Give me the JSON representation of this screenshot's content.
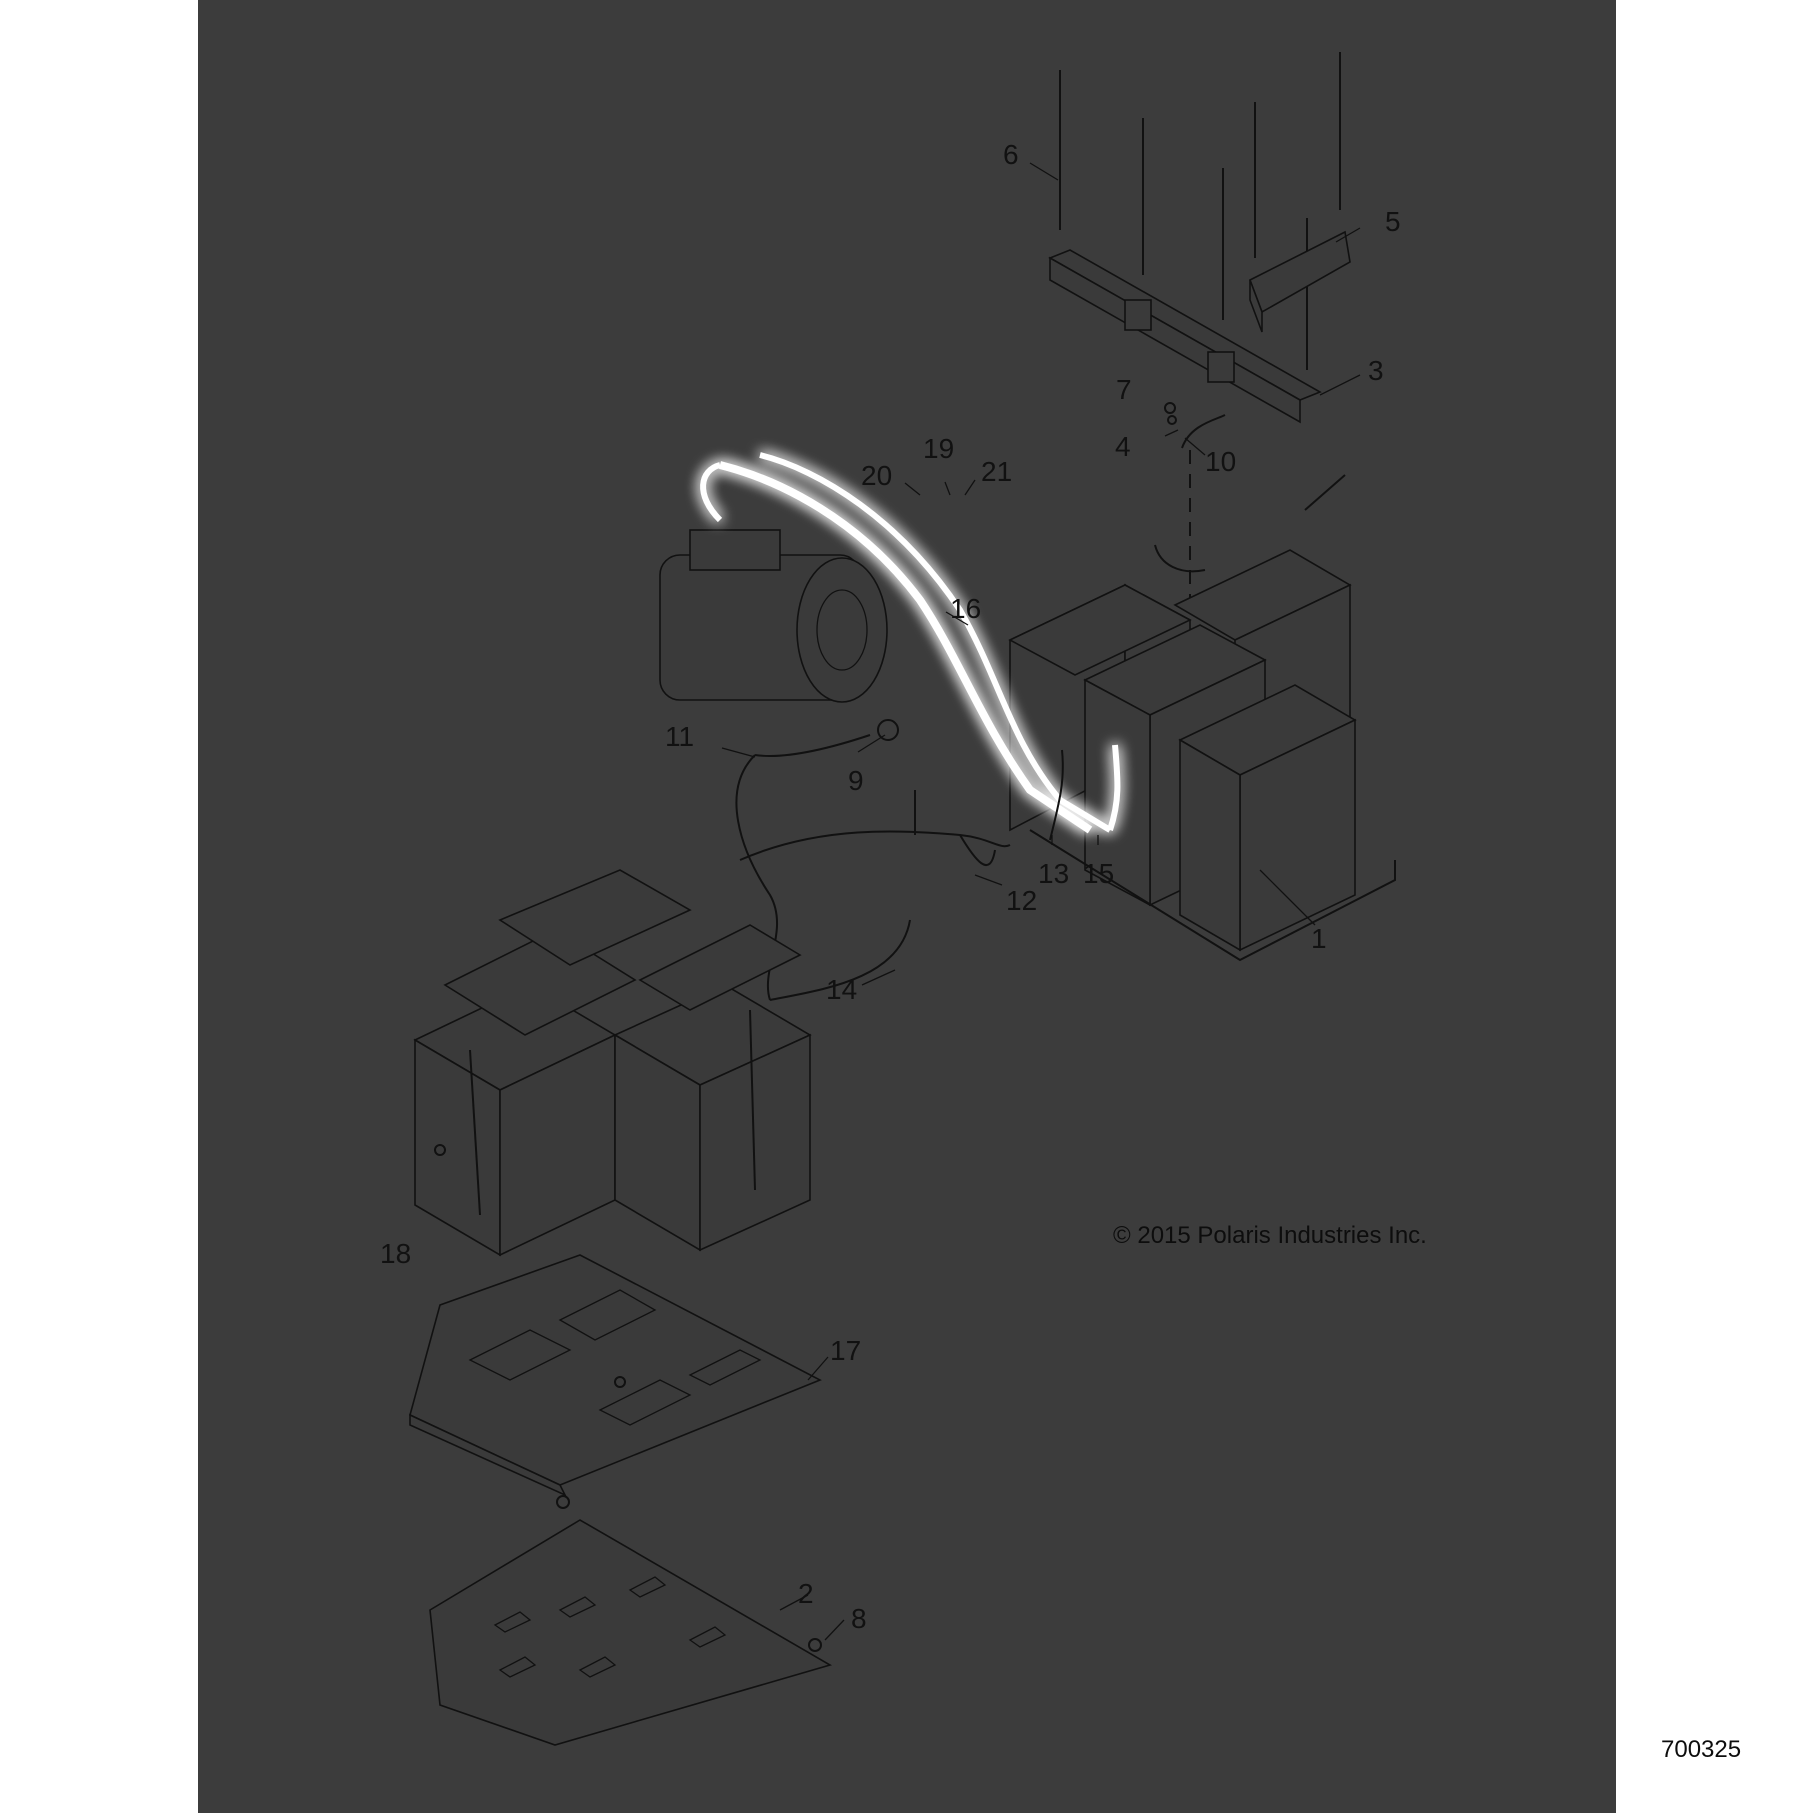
{
  "callouts": {
    "c1": "1",
    "c2": "2",
    "c3": "3",
    "c4": "4",
    "c5": "5",
    "c6": "6",
    "c7": "7",
    "c8": "8",
    "c9": "9",
    "c10": "10",
    "c11": "11",
    "c12": "12",
    "c13": "13",
    "c14": "14",
    "c15": "15",
    "c16": "16",
    "c17": "17",
    "c18": "18",
    "c19": "19",
    "c20": "20",
    "c21": "21"
  },
  "copyright": "© 2015 Polaris Industries Inc.",
  "drawing_number": "700325",
  "colors": {
    "background": "#3c3c3c",
    "line": "#111111",
    "highlight": "#ffffff",
    "page": "#ffffff"
  }
}
